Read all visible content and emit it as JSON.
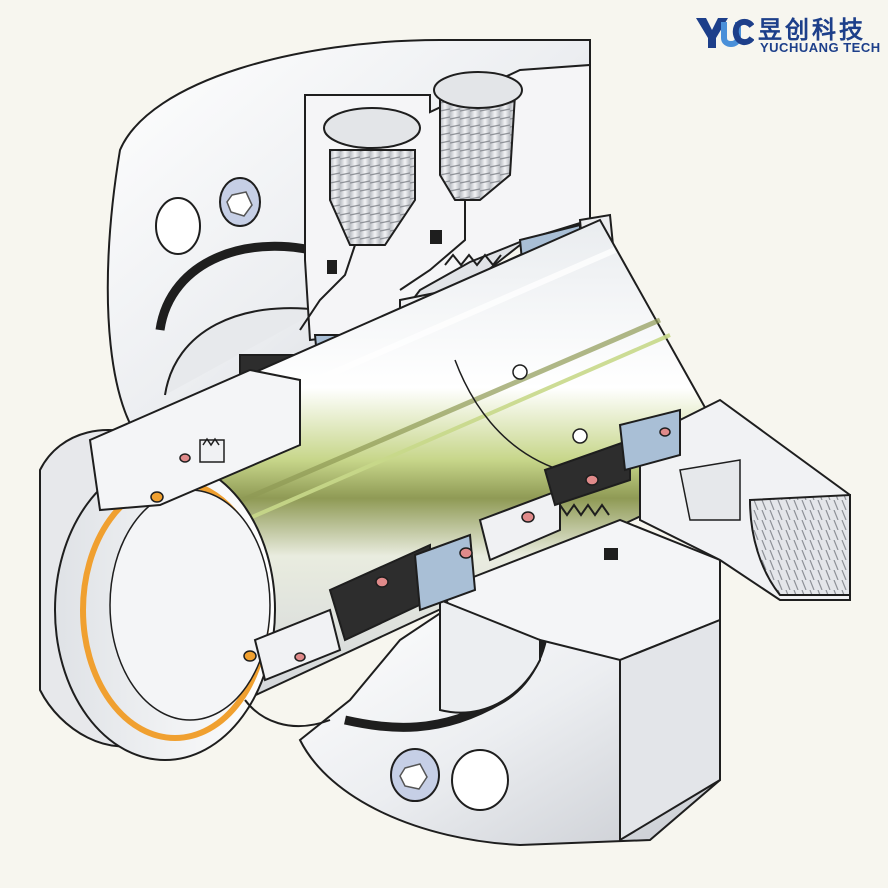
{
  "logo": {
    "mark": "YUC",
    "chinese_name": "昱创科技",
    "english_name": "YUCHUANG TECH",
    "brand_color": "#1d3f8a",
    "accent_color": "#4a90d9"
  },
  "illustration": {
    "subject": "mechanical-seal-cutaway",
    "colors": {
      "metal": "#ecedef",
      "metal_shade": "#c9ccd1",
      "shaft_highlight": "#c8d98a",
      "carbon_ring": "#2d2d2d",
      "seal_face": "#a9bfd6",
      "oring": "#e08a8a",
      "gasket_orange": "#f0a030",
      "outline": "#1e1e1e"
    }
  }
}
